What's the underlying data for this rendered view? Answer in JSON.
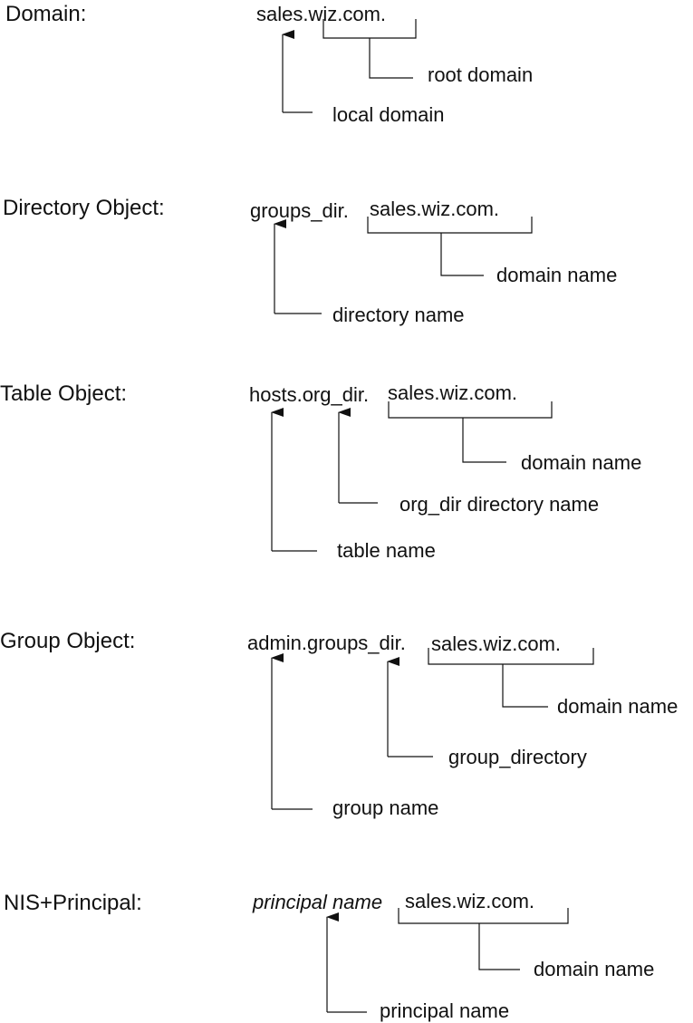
{
  "sections": {
    "domain": {
      "label": "Domain:",
      "prefix": "sales.wiz.com.",
      "callouts": [
        "root domain",
        "local domain"
      ]
    },
    "directory": {
      "label": "Directory Object:",
      "prefix": "groups_dir.",
      "domain": "sales.wiz.com.",
      "callouts": [
        "domain name",
        "directory name"
      ]
    },
    "table": {
      "label": "Table Object:",
      "prefix": "hosts.org_dir.",
      "domain": "sales.wiz.com.",
      "callouts": [
        "domain name",
        "org_dir directory name",
        "table name"
      ]
    },
    "group": {
      "label": "Group Object:",
      "prefix": "admin.groups_dir.",
      "domain": "sales.wiz.com.",
      "callouts": [
        "domain name",
        "group_directory",
        "group name"
      ]
    },
    "principal": {
      "label": "NIS+Principal:",
      "prefix": "principal name",
      "domain": "sales.wiz.com.",
      "callouts": [
        "domain name",
        "principal name"
      ]
    }
  },
  "colors": {
    "text": "#111111",
    "line": "#111111",
    "background": "#ffffff"
  }
}
